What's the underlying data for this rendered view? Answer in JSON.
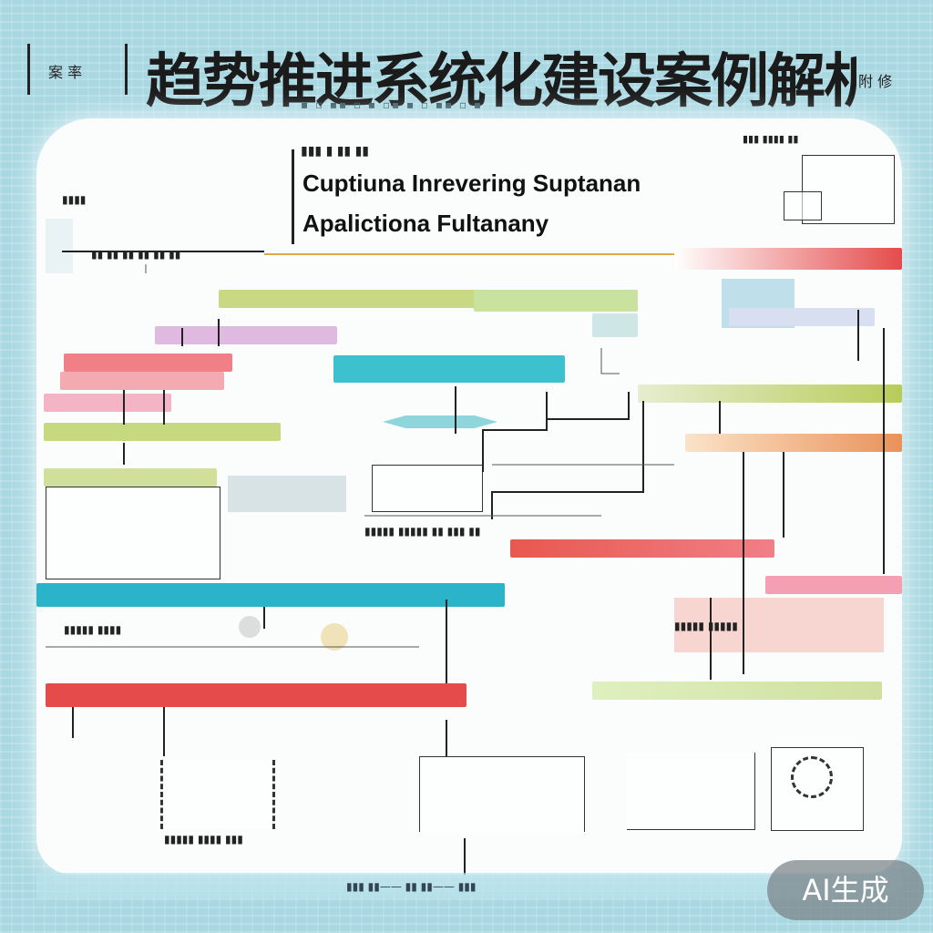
{
  "title": {
    "main": "趋势推进系统化建设案例解析",
    "left_label": "案 率",
    "tail": "附 修"
  },
  "heading": {
    "line1": "Cuptiuna Inrevering Suptanan",
    "line2": "Apalictiona Fultanany"
  },
  "badge": {
    "text": "AI生成"
  },
  "colors": {
    "background": "#a9d8e2",
    "panel": "#fbfdfd",
    "accent_red": "#e54b4b",
    "accent_cyan": "#2bb3c9",
    "accent_green": "#b8cc5a",
    "accent_pink": "#f28aa0"
  }
}
